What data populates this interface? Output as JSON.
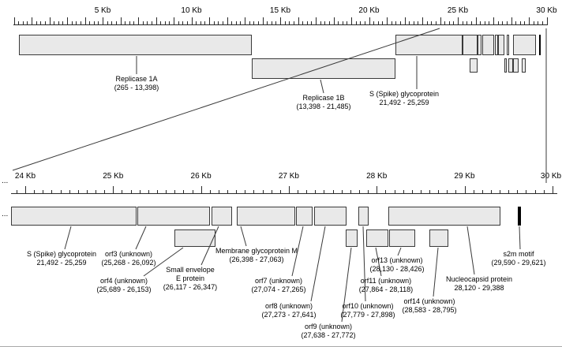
{
  "top_ruler": {
    "unit": "Kb",
    "labels": [
      "5 Kb",
      "10 Kb",
      "15 Kb",
      "20 Kb",
      "25 Kb",
      "30 Kb"
    ]
  },
  "bottom_ruler": {
    "unit": "Kb",
    "labels": [
      "24 Kb",
      "25 Kb",
      "26 Kb",
      "27 Kb",
      "28 Kb",
      "29 Kb",
      "30 Kb"
    ],
    "left_ellipsis": "...",
    "track_ellipsis": "..."
  },
  "top_track": {
    "labels": [
      {
        "name": "Replicase 1A",
        "coords": "(265 - 13,398)"
      },
      {
        "name": "Replicase 1B",
        "coords": "(13,398 - 21,485)"
      },
      {
        "name": "S (Spike) glycoprotein",
        "coords": "21,492 - 25,259"
      }
    ]
  },
  "bottom_track": {
    "labels": [
      {
        "name": "S (Spike) glycoprotein",
        "coords": "21,492 - 25,259"
      },
      {
        "name": "orf3 (unknown)",
        "coords": "(25,268 - 26,092)"
      },
      {
        "name": "orf4 (unknown)",
        "coords": "(25,689 - 26,153)"
      },
      {
        "name": "Small envelope",
        "name2": "E protein",
        "coords": "(26,117 - 26,347)"
      },
      {
        "name": "Membrane glycoprotein M",
        "coords": "(26,398 - 27,063)"
      },
      {
        "name": "orf7 (unknown)",
        "coords": "(27,074 - 27,265)"
      },
      {
        "name": "orf8 (unknown)",
        "coords": "(27,273 - 27,641)"
      },
      {
        "name": "orf9 (unknown)",
        "coords": "(27,638 - 27,772)"
      },
      {
        "name": "orf10 (unknown)",
        "coords": "(27,779 - 27,898)"
      },
      {
        "name": "orf11 (unknown)",
        "coords": "(27,864 - 28,118)"
      },
      {
        "name": "orf13 (unknown)",
        "coords": "(28,130 - 28,426)"
      },
      {
        "name": "orf14 (unknown)",
        "coords": "(28,583 - 28,795)"
      },
      {
        "name": "Nucleocapsid protein",
        "coords": "28,120 - 29,388"
      },
      {
        "name": "s2m motif",
        "coords": "(29,590 - 29,621)"
      }
    ]
  },
  "features": [
    {
      "name": "Replicase 1A",
      "start": 265,
      "end": 13398
    },
    {
      "name": "Replicase 1B",
      "start": 13398,
      "end": 21485
    },
    {
      "name": "S (Spike) glycoprotein",
      "start": 21492,
      "end": 25259
    },
    {
      "name": "orf3 (unknown)",
      "start": 25268,
      "end": 26092
    },
    {
      "name": "orf4 (unknown)",
      "start": 25689,
      "end": 26153
    },
    {
      "name": "Small envelope E protein",
      "start": 26117,
      "end": 26347
    },
    {
      "name": "Membrane glycoprotein M",
      "start": 26398,
      "end": 27063
    },
    {
      "name": "orf7 (unknown)",
      "start": 27074,
      "end": 27265
    },
    {
      "name": "orf8 (unknown)",
      "start": 27273,
      "end": 27641
    },
    {
      "name": "orf9 (unknown)",
      "start": 27638,
      "end": 27772
    },
    {
      "name": "orf10 (unknown)",
      "start": 27779,
      "end": 27898
    },
    {
      "name": "orf11 (unknown)",
      "start": 27864,
      "end": 28118
    },
    {
      "name": "orf13 (unknown)",
      "start": 28130,
      "end": 28426
    },
    {
      "name": "orf14 (unknown)",
      "start": 28583,
      "end": 28795
    },
    {
      "name": "Nucleocapsid protein",
      "start": 28120,
      "end": 29388
    },
    {
      "name": "s2m motif",
      "start": 29590,
      "end": 29621
    }
  ]
}
